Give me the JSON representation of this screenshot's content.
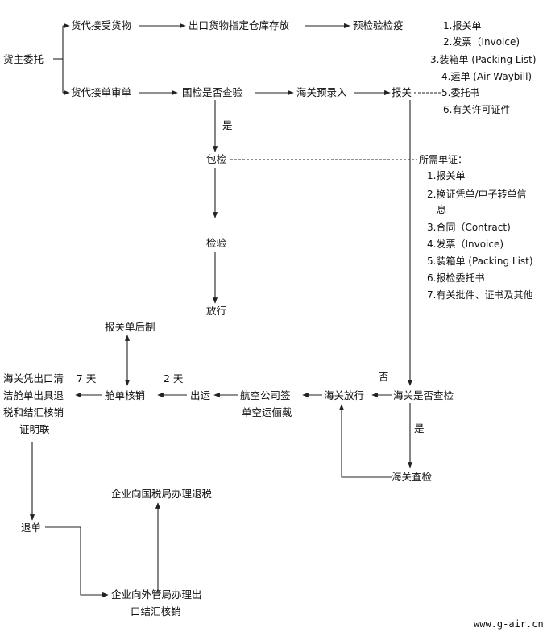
{
  "nodes": {
    "shipper": "货主委托",
    "forwarder_accept_goods": "货代接受货物",
    "export_goods_warehouse": "出口货物指定仓库存放",
    "pre_inspection": "预检验检疫",
    "forwarder_review_docs": "货代接单审单",
    "inspect_check": "国检是否查验",
    "customs_pre_entry": "海关预录入",
    "declare": "报关",
    "yes_label_1": "是",
    "inspection_declare": "包检",
    "inspection": "检验",
    "release_inspection": "放行",
    "declaration_post": "报关单后制",
    "tax_refund_line1": "海关凭出口清",
    "tax_refund_line2": "洁舱单出具退",
    "tax_refund_line3": "税和结汇核销",
    "tax_refund_line4": "证明联",
    "days_7": "7 天",
    "days_2": "2 天",
    "manifest_writeoff": "舱单核销",
    "shipping_out": "出运",
    "airline_line1": "航空公司签",
    "airline_line2": "单空运俪戴",
    "customs_release": "海关放行",
    "customs_check_q": "海关是否查检",
    "no_label": "否",
    "yes_label_2": "是",
    "customs_inspection": "海关查检",
    "return_docs": "退单",
    "tax_bureau": "企业向国税局办理退税",
    "fx_line1": "企业向外管局办理出",
    "fx_line2": "口结汇核销"
  },
  "doc_list_1": {
    "items": [
      "1.报关单",
      "2.发票（Invoice)",
      "3.装箱单 (Packing List)",
      "4.运单 (Air Waybill)",
      "5.委托书",
      "6.有关许可证件"
    ]
  },
  "doc_list_2": {
    "title": "所需单证：",
    "items": [
      "1.报关单",
      "2.换证凭单/电子转单信",
      "息",
      "3.合同（Contract)",
      "4.发票（Invoice)",
      "5.装箱单 (Packing List)",
      "6.报检委托书",
      "7.有关批件、证书及其他"
    ]
  },
  "watermark": "www.g-air.cn"
}
